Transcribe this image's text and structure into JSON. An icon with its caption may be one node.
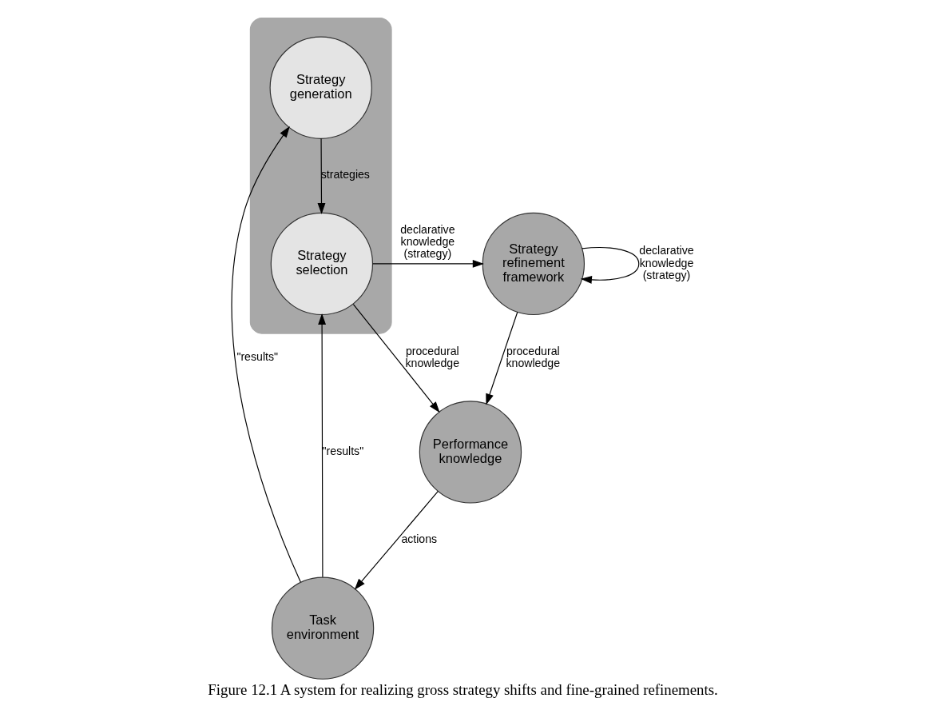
{
  "diagram": {
    "caption": "Figure 12.1 A system for realizing gross strategy shifts and fine-grained refinements.",
    "nodes": [
      {
        "text": [
          "Task environment"
        ]
      },
      {
        "text": [],
        "shape": "band"
      },
      {
        "text": [
          "Strategy generation"
        ],
        "in": 1
      },
      {
        "text": [
          "Strategy selection"
        ],
        "in": 1
      },
      {
        "text": [
          "Strategy refinement framework"
        ]
      },
      {
        "text": [
          "Performance knowledge"
        ]
      }
    ],
    "edges": [
      {
        "from": 0,
        "to": 2,
        "arrow": "to",
        "label": "\"results\""
      },
      {
        "from": 2,
        "to": 3,
        "arrow": "to",
        "label": "strategies"
      },
      {
        "from": 0,
        "to": 3,
        "arrow": "to",
        "label": "\"results\""
      },
      {
        "from": 3,
        "to": 5,
        "arrow": "to",
        "label": "procedural knowledge"
      },
      {
        "from": 3,
        "to": 4,
        "arrow": "to",
        "label": "declarative knowledge (strategy)"
      },
      {
        "from": 4,
        "to": 4,
        "arrow": "to",
        "label": "declarative knowledge (strategy)"
      },
      {
        "from": 4,
        "to": 5,
        "arrow": "to",
        "label": "procedural knowledge"
      },
      {
        "from": 5,
        "to": 0,
        "arrow": "to",
        "label": "actions"
      }
    ]
  }
}
